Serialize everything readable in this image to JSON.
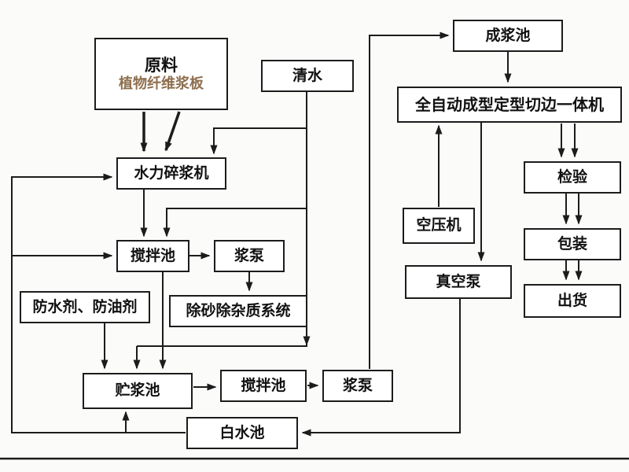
{
  "diagram": {
    "kind": "process-flowchart",
    "language": "zh-CN"
  },
  "nodes": {
    "raw_material": {
      "line1": "原料",
      "line2": "植物纤维浆板"
    },
    "clean_water": {
      "label": "清水"
    },
    "slurry_pool": {
      "label": "成浆池"
    },
    "pulper": {
      "label": "水力碎浆机"
    },
    "forming_machine": {
      "label": "全自动成型定型切边一体机"
    },
    "mixing_pool_1": {
      "label": "搅拌池"
    },
    "pulp_pump_1": {
      "label": "浆泵"
    },
    "inspection": {
      "label": "检验"
    },
    "air_compressor": {
      "label": "空压机"
    },
    "impurity_system": {
      "label": "除砂除杂质系统"
    },
    "additives": {
      "label": "防水剂、防油剂"
    },
    "packaging": {
      "label": "包装"
    },
    "vacuum_pump": {
      "label": "真空泵"
    },
    "shipping": {
      "label": "出货"
    },
    "storage_pool": {
      "label": "贮浆池"
    },
    "mixing_pool_2": {
      "label": "搅拌池"
    },
    "pulp_pump_2": {
      "label": "浆泵"
    },
    "white_water_pool": {
      "label": "白水池"
    }
  },
  "colors": {
    "line": "#1c1c1c",
    "box_border": "#1c1c1c",
    "box_fill": "#ffffff",
    "subtitle_text": "#8e6f4e",
    "background": "#fbfbfa"
  }
}
